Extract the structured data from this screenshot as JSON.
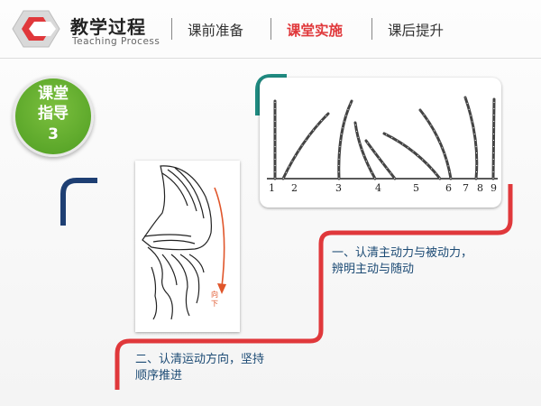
{
  "header": {
    "title_cn": "教学过程",
    "title_en": "Teaching Process",
    "tabs": [
      {
        "label": "课前准备",
        "active": false
      },
      {
        "label": "课堂实施",
        "active": true
      },
      {
        "label": "课后提升",
        "active": false
      }
    ]
  },
  "badge": {
    "line1": "课堂",
    "line2": "指导",
    "number": "3",
    "color": "#5aa62a"
  },
  "figure_left": {
    "arrow_label_1": "向",
    "arrow_label_2": "下"
  },
  "figure_right": {
    "numbers": [
      "1",
      "2",
      "3",
      "4",
      "5",
      "6",
      "7",
      "8",
      "9"
    ]
  },
  "captions": {
    "point1_line1": "一、认清主动力与被动力，",
    "point1_line2": "辨明主动与随动",
    "point2_line1": "二、认清运动方向，坚持",
    "point2_line2": "顺序推进"
  },
  "colors": {
    "accent_red": "#e0383b",
    "navy": "#1e3f73",
    "teal": "#1f8a80",
    "green": "#5aa62a"
  }
}
